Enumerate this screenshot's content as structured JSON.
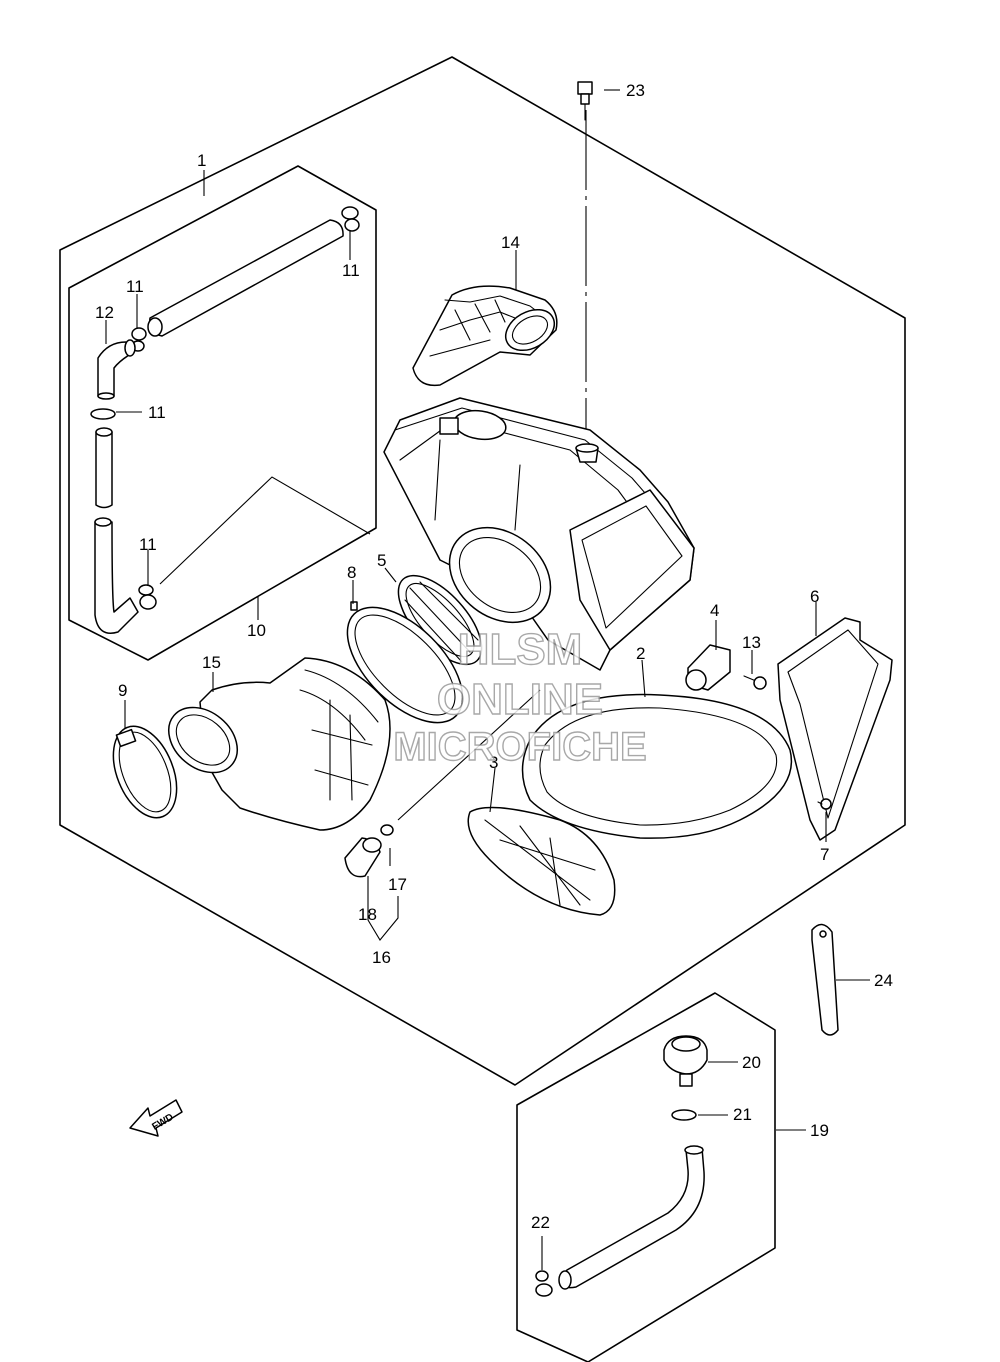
{
  "callouts": {
    "c1": "1",
    "c2": "2",
    "c3": "3",
    "c4": "4",
    "c5": "5",
    "c6": "6",
    "c7": "7",
    "c8": "8",
    "c9": "9",
    "c10": "10",
    "c11a": "11",
    "c11b": "11",
    "c11c": "11",
    "c11d": "11",
    "c12": "12",
    "c13": "13",
    "c14": "14",
    "c15": "15",
    "c16": "16",
    "c17": "17",
    "c18": "18",
    "c19": "19",
    "c20": "20",
    "c21": "21",
    "c22": "22",
    "c23": "23",
    "c24": "24"
  },
  "watermark": {
    "line1": "HLSM",
    "line2": "ONLINE",
    "line3": "MICROFICHE"
  },
  "fwd_arrow": {
    "label": "FWD"
  }
}
